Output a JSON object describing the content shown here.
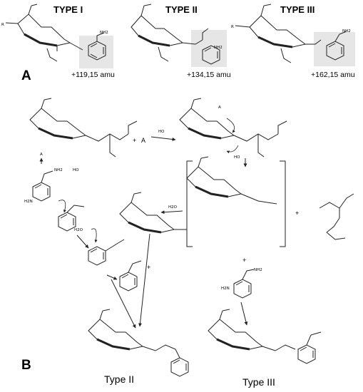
{
  "panel_a": {
    "label": "A",
    "types": [
      {
        "title": "TYPE I",
        "mass": "+119,15 amu"
      },
      {
        "title": "TYPE II",
        "mass": "+134,15 amu"
      },
      {
        "title": "TYPE III",
        "mass": "+162,15 amu"
      }
    ]
  },
  "panel_b": {
    "label": "B",
    "products": [
      "Type II",
      "Type III"
    ],
    "reagent_a": "A",
    "plus": "+",
    "hydroxide": "HO",
    "water": "H2O",
    "nh2": "NH2",
    "h2n": "H2N"
  },
  "colors": {
    "shade": "#e6e6e6",
    "line": "#222222"
  }
}
